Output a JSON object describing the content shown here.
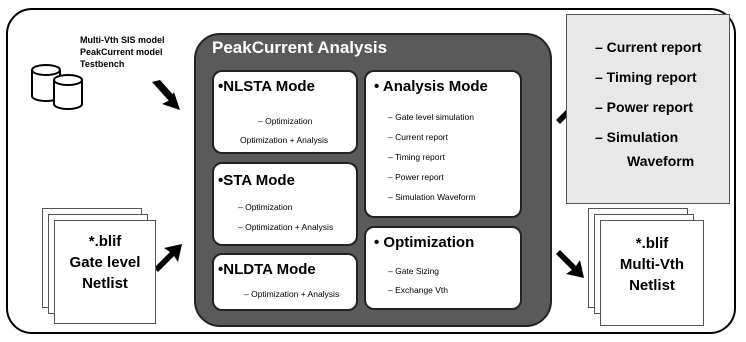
{
  "inputs": {
    "lines": [
      "Multi-Vth SIS model",
      "PeakCurrent model",
      "Testbench"
    ]
  },
  "main": {
    "title": "PeakCurrent Analysis",
    "nlsta": {
      "title": "•NLSTA Mode",
      "items": [
        "– Optimization",
        "Optimization + Analysis"
      ]
    },
    "sta": {
      "title": "•STA Mode",
      "items": [
        "– Optimization",
        "– Optimization + Analysis"
      ]
    },
    "nldta": {
      "title": "•NLDTA Mode",
      "items": [
        "– Optimization + Analysis"
      ]
    },
    "analysis": {
      "title": "• Analysis Mode",
      "items": [
        "– Gate level simulation",
        "– Current report",
        "– Timing report",
        "– Power report",
        "– Simulation Waveform"
      ]
    },
    "optimization": {
      "title": "• Optimization",
      "items": [
        "– Gate Sizing",
        "– Exchange Vth"
      ]
    }
  },
  "reports": {
    "items": [
      "– Current report",
      "– Timing report",
      "– Power report",
      "– Simulation",
      "Waveform"
    ]
  },
  "input_netlist": {
    "lines": [
      "*.blif",
      "Gate level",
      "Netlist"
    ]
  },
  "output_netlist": {
    "lines": [
      "*.blif",
      "Multi-Vth",
      "Netlist"
    ]
  },
  "colors": {
    "main_box": "#5a5a5a",
    "report_bg": "#e8e8e8"
  }
}
